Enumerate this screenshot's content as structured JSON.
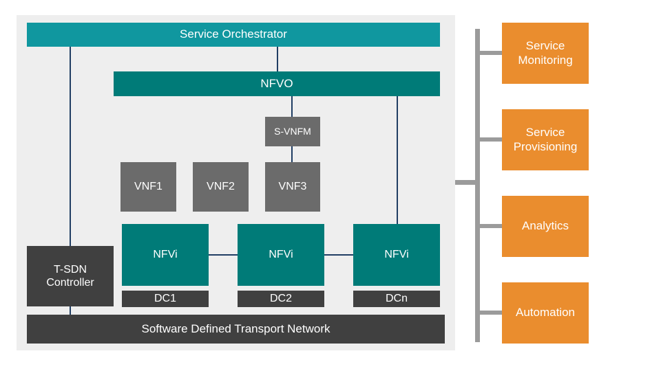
{
  "orchestrator": "Service Orchestrator",
  "nfvo": "NFVO",
  "svnfm": "S-VNFM",
  "vnfs": [
    "VNF1",
    "VNF2",
    "VNF3"
  ],
  "nfvi": [
    "NFVi",
    "NFVi",
    "NFVi"
  ],
  "datacenters": [
    "DC1",
    "DC2",
    "DCn"
  ],
  "tsdn": "T-SDN Controller",
  "transport": "Software Defined Transport Network",
  "services": [
    "Service Monitoring",
    "Service Provisioning",
    "Analytics",
    "Automation"
  ],
  "colors": {
    "orchestrator": "#10979f",
    "nfv": "#007b78",
    "vnf": "#6b6b6b",
    "dark": "#404040",
    "service": "#ea8d2e",
    "connector": "#1f3d63",
    "bus": "#9b9b9b",
    "panel": "#eeeeee"
  }
}
